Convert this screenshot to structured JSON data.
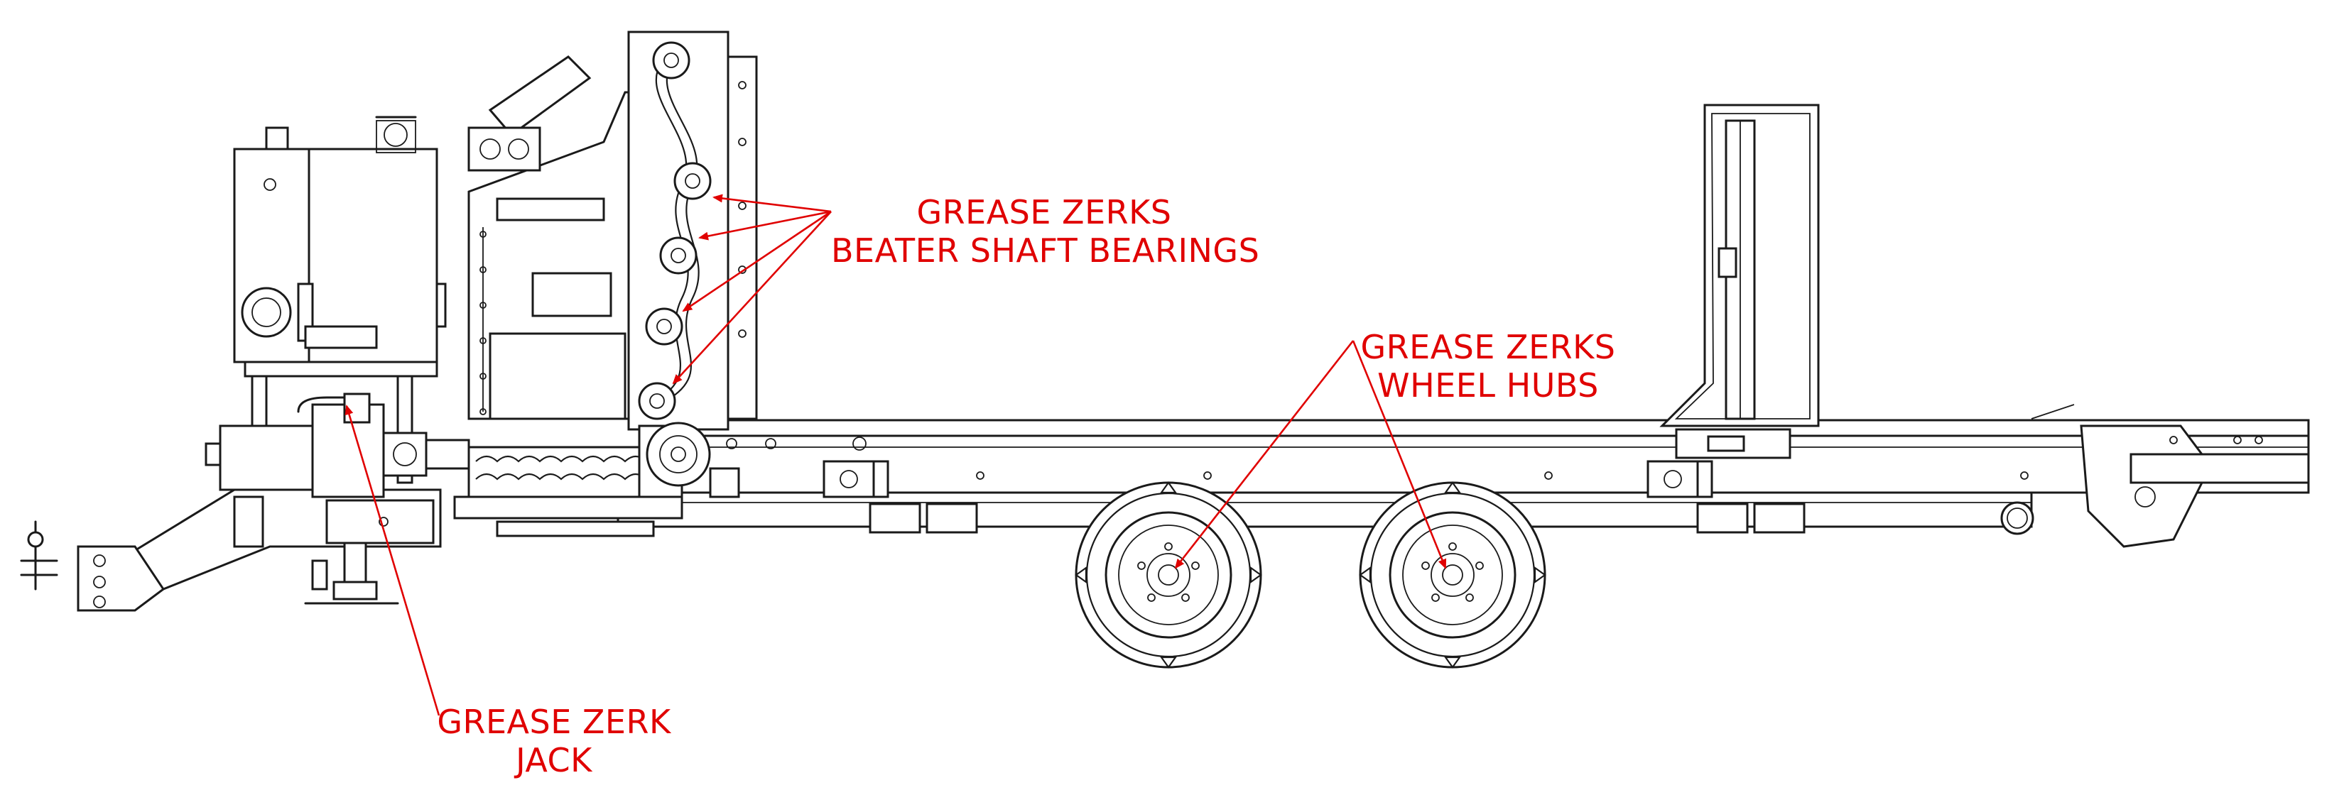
{
  "callouts": {
    "beater": {
      "line1": "GREASE ZERKS",
      "line2": "BEATER SHAFT BEARINGS"
    },
    "wheel": {
      "line1": "GREASE ZERKS",
      "line2": "WHEEL HUBS"
    },
    "jack": {
      "line1": "GREASE ZERK",
      "line2": "JACK"
    }
  },
  "colors": {
    "callout": "#e00000",
    "linework": "#1a1a1a",
    "background": "#ffffff"
  }
}
